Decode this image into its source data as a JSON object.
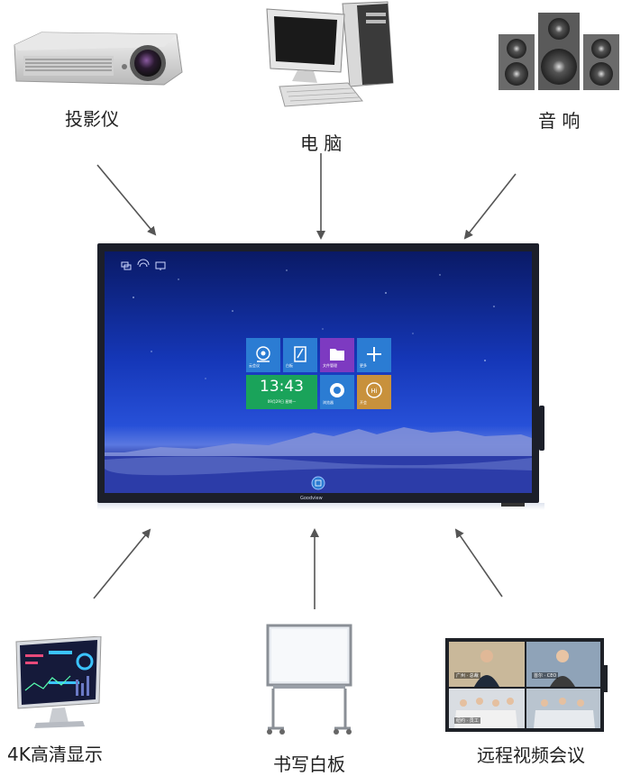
{
  "devices": {
    "projector": {
      "label": "投影仪"
    },
    "computer": {
      "label": "电 脑"
    },
    "speakers": {
      "label": "音 响"
    },
    "display_4k": {
      "label": "4K高清显示"
    },
    "whiteboard": {
      "label": "书写白板"
    },
    "video_conference": {
      "label": "远程视频会议",
      "tiles": [
        {
          "caption": "广州 · 总裁"
        },
        {
          "caption": "首尔 · CEO"
        },
        {
          "caption": "纽约 · 员工"
        },
        {
          "caption": ""
        }
      ]
    }
  },
  "panel": {
    "brand": "Goodview",
    "tiles": [
      {
        "label": "云会议",
        "color": "#f08c2a"
      },
      {
        "label": "白板",
        "color": "#2b7cd3"
      },
      {
        "label": "文件管理",
        "color": "#7d3ac1"
      },
      {
        "label": "更多",
        "color": "#2b7cd3"
      },
      {
        "label": "浏览器",
        "color": "#2b7cd3"
      },
      {
        "label": "开会",
        "color": "#c8913c"
      }
    ],
    "clock": {
      "time": "13:43",
      "date": "09月29日 星期一",
      "color": "#1aa35a"
    }
  }
}
